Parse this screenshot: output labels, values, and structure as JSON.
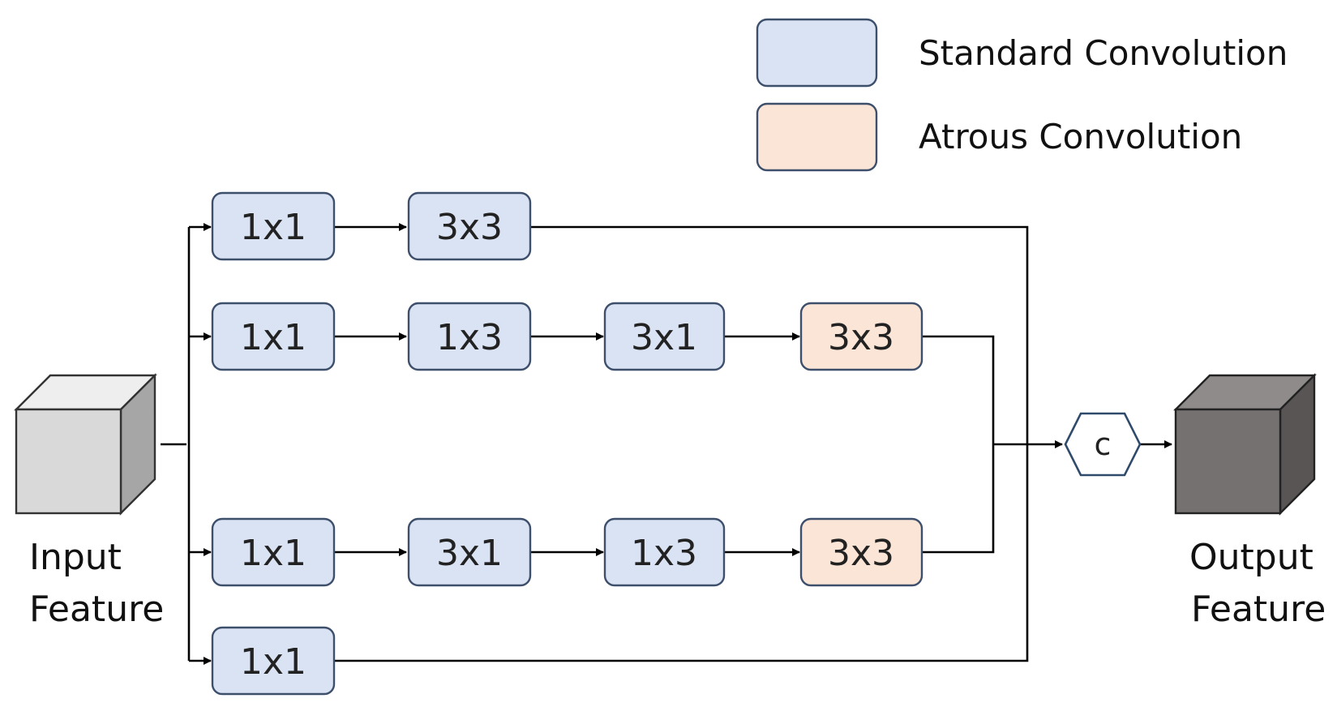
{
  "legend": {
    "standard_label": "Standard Convolution",
    "atrous_label": "Atrous Convolution"
  },
  "colors": {
    "standard_fill": "#dae3f3",
    "standard_stroke": "#3d4f6b",
    "atrous_fill": "#fbe5d6",
    "atrous_stroke": "#3d4f6b",
    "input_cube_front": "#d9d9d9",
    "input_cube_top": "#eeeeee",
    "input_cube_side": "#a6a6a6",
    "output_cube_front": "#757171",
    "output_cube_top": "#8f8b8b",
    "output_cube_side": "#595555",
    "concat_stroke": "#2f4a6b"
  },
  "input_feature": {
    "line1": "Input",
    "line2": "Feature"
  },
  "output_feature": {
    "line1": "Output",
    "line2": "Feature"
  },
  "concat": {
    "label": "c"
  },
  "branches": [
    {
      "blocks": [
        {
          "label": "1x1",
          "kind": "standard"
        },
        {
          "label": "3x3",
          "kind": "standard"
        }
      ]
    },
    {
      "blocks": [
        {
          "label": "1x1",
          "kind": "standard"
        },
        {
          "label": "1x3",
          "kind": "standard"
        },
        {
          "label": "3x1",
          "kind": "standard"
        },
        {
          "label": "3x3",
          "kind": "atrous"
        }
      ]
    },
    {
      "blocks": [
        {
          "label": "1x1",
          "kind": "standard"
        },
        {
          "label": "3x1",
          "kind": "standard"
        },
        {
          "label": "1x3",
          "kind": "standard"
        },
        {
          "label": "3x3",
          "kind": "atrous"
        }
      ]
    },
    {
      "blocks": [
        {
          "label": "1x1",
          "kind": "standard"
        }
      ]
    }
  ]
}
